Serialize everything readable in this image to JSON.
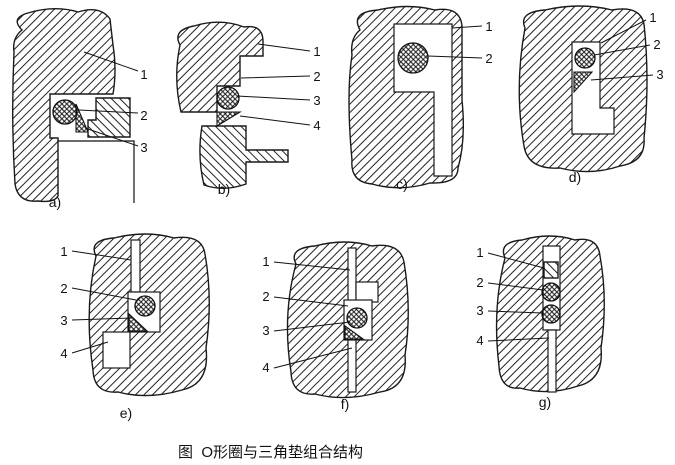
{
  "caption": "图  O形圈与三角垫组合结构",
  "figures": {
    "a": {
      "label": "a)",
      "callouts": [
        "1",
        "2",
        "3"
      ]
    },
    "b": {
      "label": "b)",
      "callouts": [
        "1",
        "2",
        "3",
        "4"
      ]
    },
    "c": {
      "label": "c)",
      "callouts": [
        "1",
        "2"
      ]
    },
    "d": {
      "label": "d)",
      "callouts": [
        "1",
        "2",
        "3"
      ]
    },
    "e": {
      "label": "e)",
      "callouts": [
        "1",
        "2",
        "3",
        "4"
      ]
    },
    "f": {
      "label": "f)",
      "callouts": [
        "1",
        "2",
        "3",
        "4"
      ]
    },
    "g": {
      "label": "g)",
      "callouts": [
        "1",
        "2",
        "3",
        "4"
      ]
    }
  },
  "colors": {
    "ink": "#111111",
    "background": "#ffffff"
  }
}
